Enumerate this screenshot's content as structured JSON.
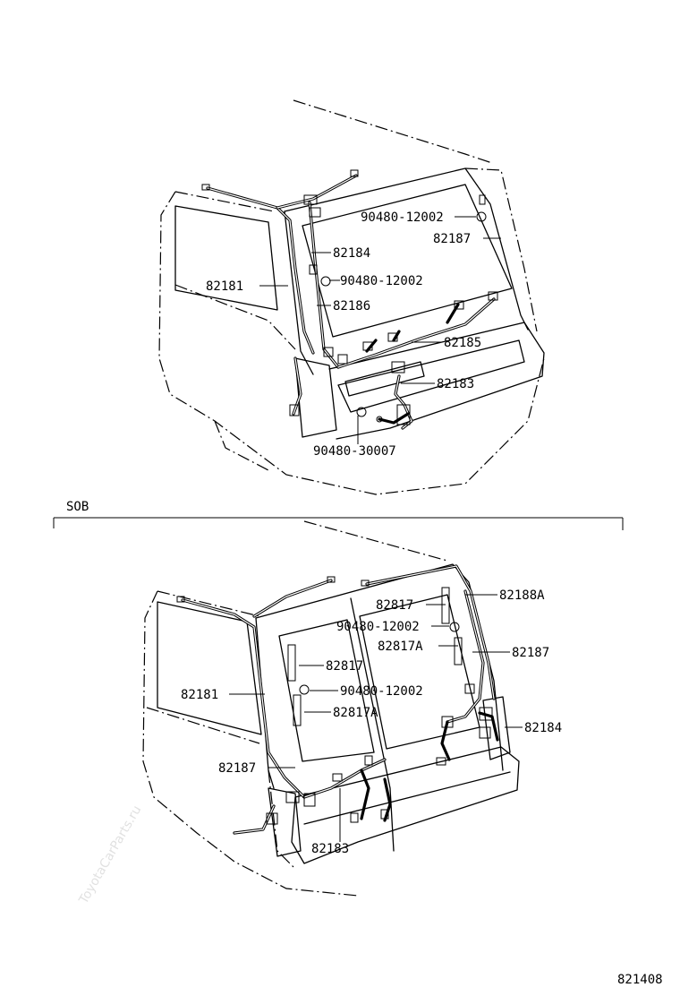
{
  "top_view": {
    "callouts": [
      "90480-12002",
      "82187",
      "82184",
      "90480-12002",
      "82181",
      "82186",
      "82185",
      "82183",
      "90480-30007"
    ]
  },
  "section_label": "SOB",
  "bottom_view": {
    "callouts": [
      "82817",
      "82188A",
      "90480-12002",
      "82817A",
      "82187",
      "82817",
      "82181",
      "90480-12002",
      "82817A",
      "82184",
      "82187",
      "82183"
    ]
  },
  "figure_code": "821408",
  "watermark": "ToyotaCarParts.ru"
}
